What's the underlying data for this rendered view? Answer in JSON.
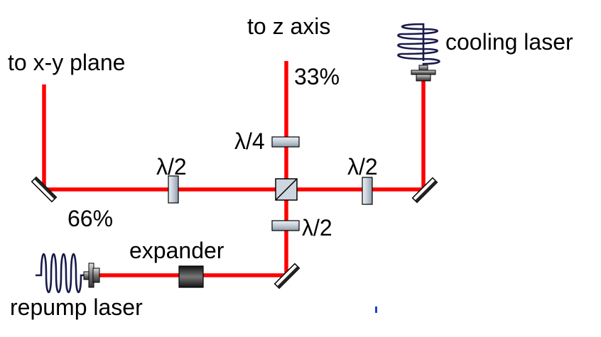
{
  "labels": {
    "to_z_axis": "to z axis",
    "to_xy_plane": "to x-y plane",
    "cooling_laser": "cooling laser",
    "repump_laser": "repump laser",
    "expander": "expander",
    "pct_33": "33%",
    "pct_66": "66%",
    "quarter_wave": "λ/4",
    "half_wave_left": "λ/2",
    "half_wave_right": "λ/2",
    "half_wave_lower": "λ/2"
  },
  "colors": {
    "beam": "#ff0000",
    "fiber_coil": "#1a1a4a",
    "waveplate": "#b8c4d2",
    "mirror": "#222222"
  },
  "icons": {
    "fiber_coil": "fiber-coil-icon",
    "fiber_coupler": "fiber-coupler-icon",
    "mirror": "mirror-icon",
    "waveplate": "waveplate-icon",
    "beam_splitter": "polarizing-beam-splitter-icon",
    "expander": "beam-expander-icon"
  }
}
